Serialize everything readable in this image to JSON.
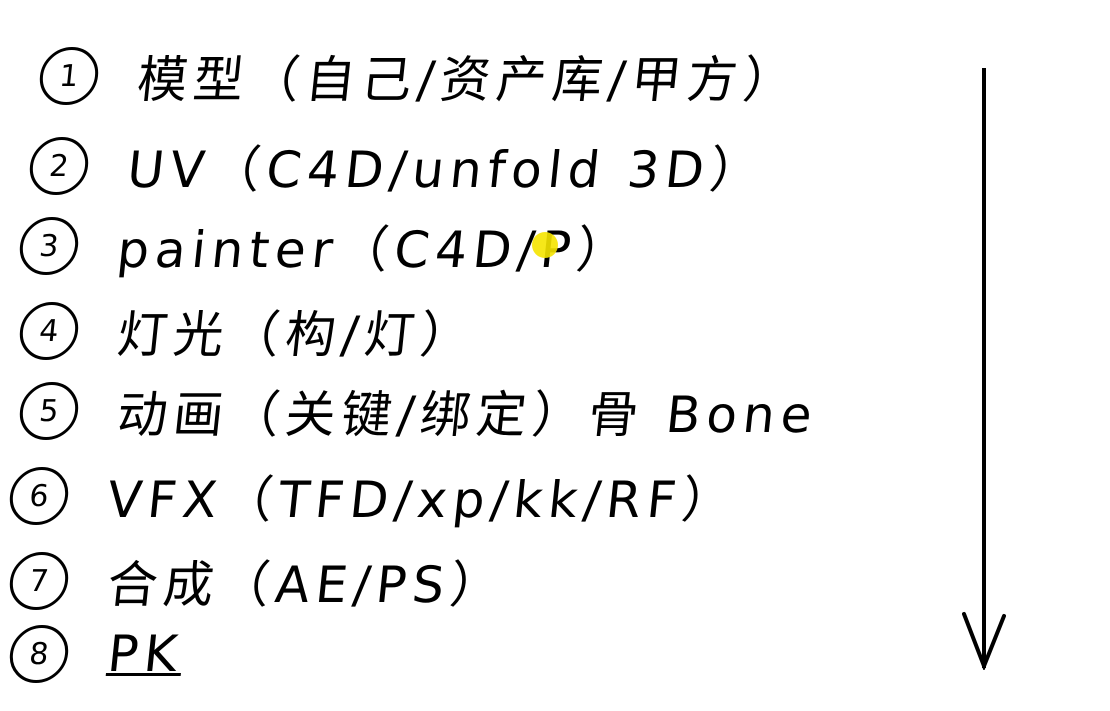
{
  "notes": [
    {
      "num": "1",
      "text": "模型（自己/资产库/甲方）"
    },
    {
      "num": "2",
      "text": "UV（C4D/unfold 3D）"
    },
    {
      "num": "3",
      "text": "painter（C4D/P）"
    },
    {
      "num": "4",
      "text": "灯光（构/灯）"
    },
    {
      "num": "5",
      "text": "动画（关键/绑定）骨 Bone"
    },
    {
      "num": "6",
      "text": "VFX（TFD/xp/kk/RF）"
    },
    {
      "num": "7",
      "text": "合成（AE/PS）"
    },
    {
      "num": "8",
      "text": "PK"
    }
  ],
  "colors": {
    "ink": "#000000",
    "cursor_highlight": "#f5e400",
    "background": "#ffffff"
  },
  "icons": {
    "arrow": "arrow-down-icon",
    "cursor": "mouse-cursor-highlight-icon"
  }
}
